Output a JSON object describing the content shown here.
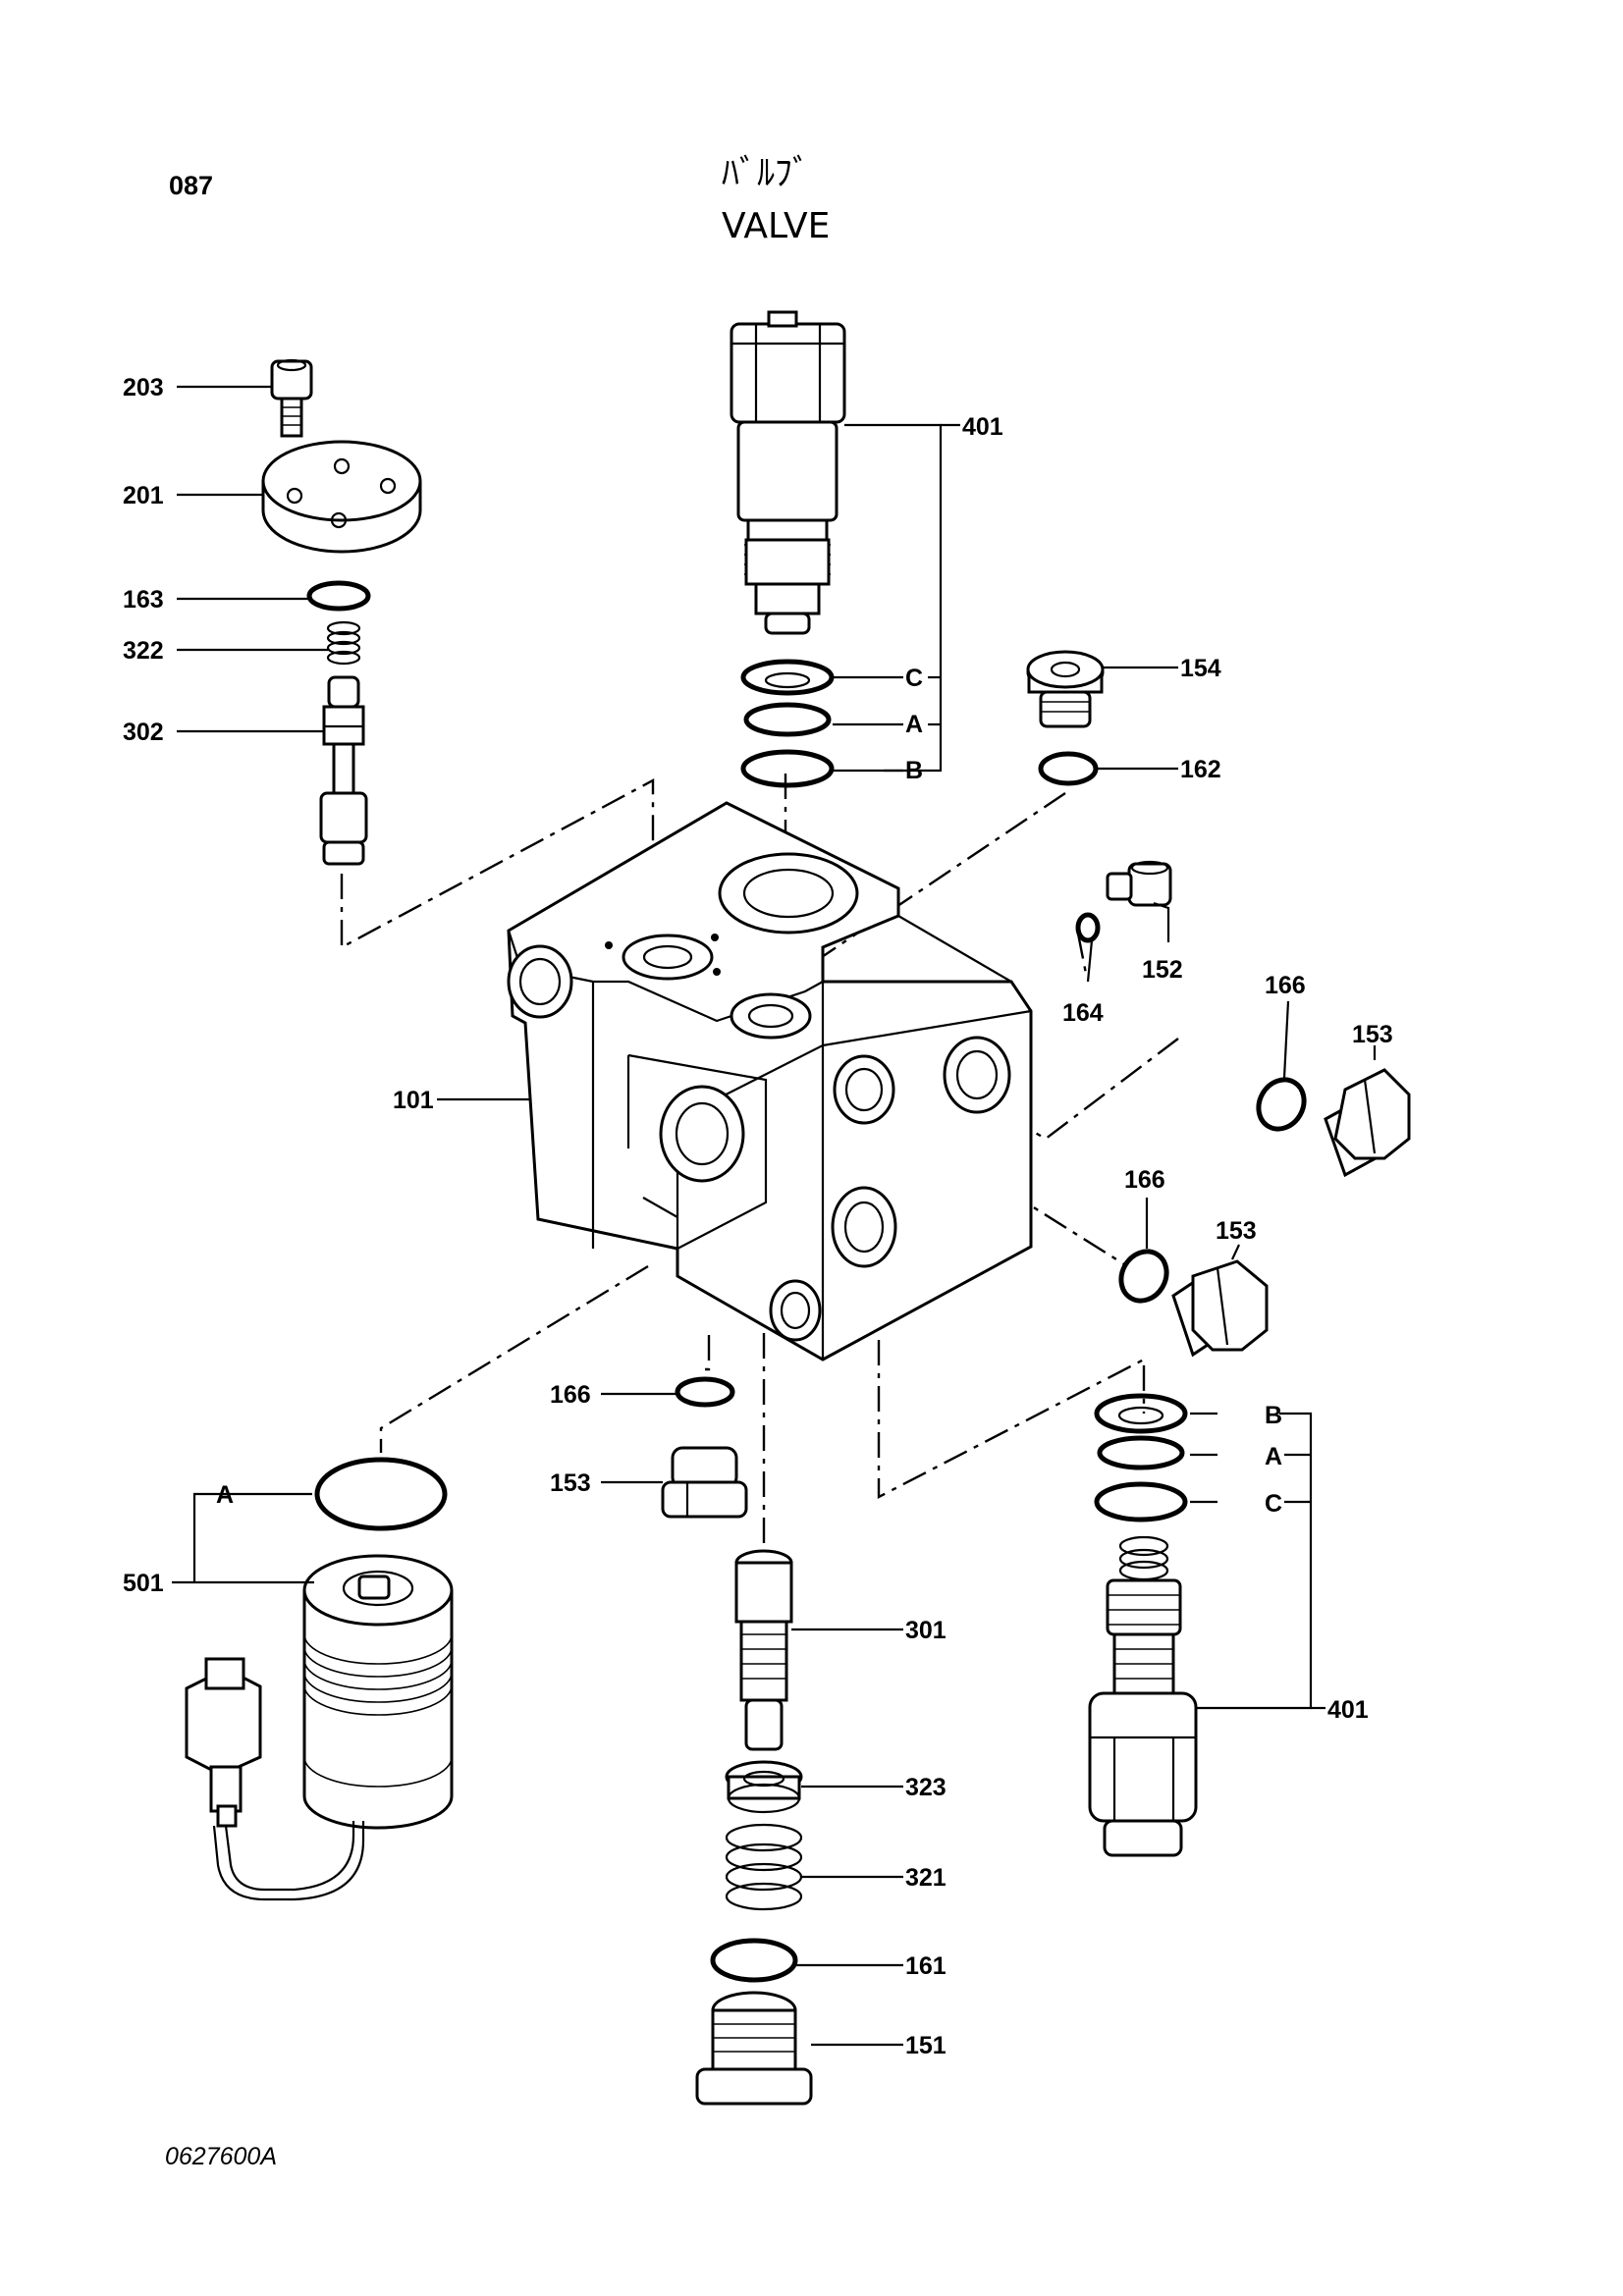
{
  "page": {
    "number": "087",
    "title_jp": "ﾊﾞﾙﾌﾞ",
    "title_en": "VALVE",
    "drawing_no": "0627600A"
  },
  "callouts": {
    "c203": "203",
    "c201": "201",
    "c163": "163",
    "c322": "322",
    "c302": "302",
    "c101": "101",
    "c401_top": "401",
    "c401_bottom": "401",
    "c154": "154",
    "c162": "162",
    "c152": "152",
    "c164": "164",
    "c166_r1": "166",
    "c153_r1": "153",
    "c166_r2": "166",
    "c153_r2": "153",
    "c166_low": "166",
    "c153_low": "153",
    "c501": "501",
    "c301": "301",
    "c323": "323",
    "c321": "321",
    "c161": "161",
    "c151": "151"
  },
  "sub_labels": {
    "top_c": "C",
    "top_a": "A",
    "top_b": "B",
    "bot_b": "B",
    "bot_a": "A",
    "bot_c": "C",
    "sol_a": "A"
  }
}
